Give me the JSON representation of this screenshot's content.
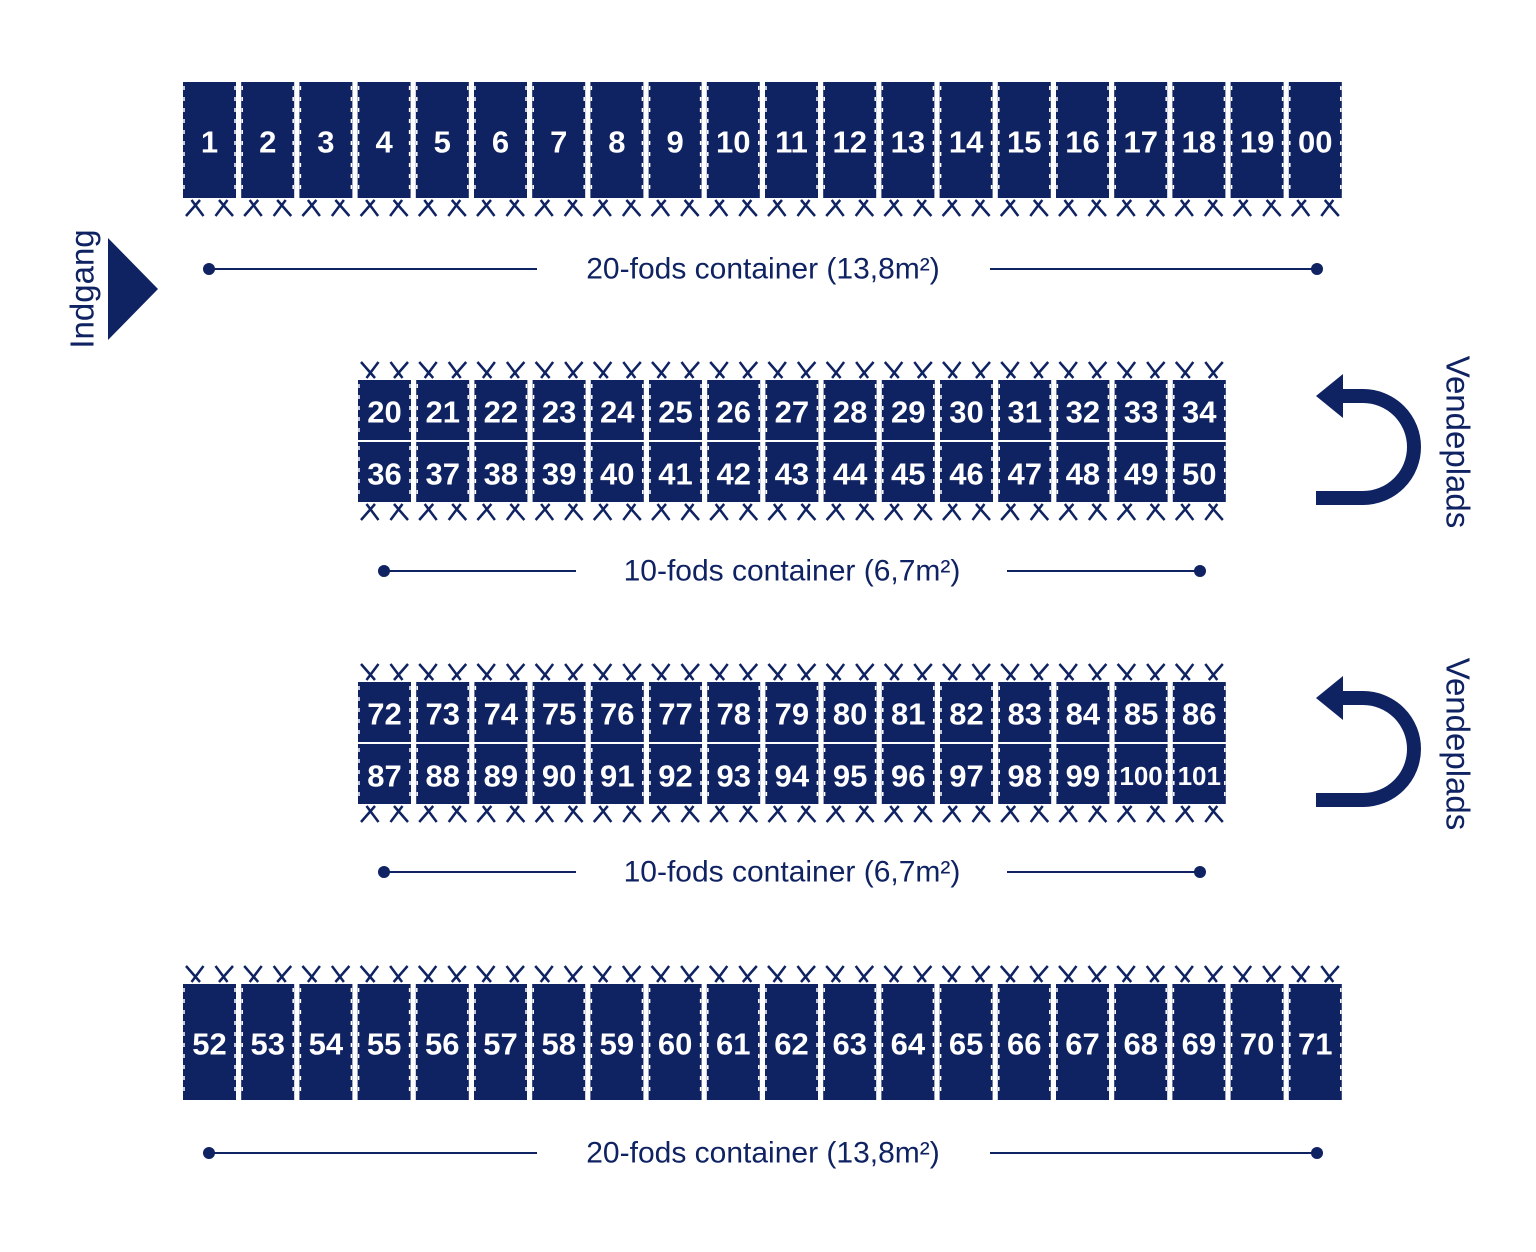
{
  "colors": {
    "navy": "#0f2262",
    "background": "#ffffff",
    "unit_text": "#ffffff"
  },
  "entrance": {
    "label": "Indgang",
    "icon": "triangle-arrow-right-icon"
  },
  "turnarounds": [
    {
      "label": "Vendeplads",
      "icon": "u-turn-arrow-icon"
    },
    {
      "label": "Vendeplads",
      "icon": "u-turn-arrow-icon"
    }
  ],
  "sections": [
    {
      "id": "row-a",
      "container_type": "20-fods container (13,8m²)",
      "rows": [
        [
          "1",
          "2",
          "3",
          "4",
          "5",
          "6",
          "7",
          "8",
          "9",
          "10",
          "11",
          "12",
          "13",
          "14",
          "15",
          "16",
          "17",
          "18",
          "19",
          "00"
        ]
      ]
    },
    {
      "id": "block-b",
      "container_type": "10-fods container (6,7m²)",
      "rows": [
        [
          "20",
          "21",
          "22",
          "23",
          "24",
          "25",
          "26",
          "27",
          "28",
          "29",
          "30",
          "31",
          "32",
          "33",
          "34"
        ],
        [
          "36",
          "37",
          "38",
          "39",
          "40",
          "41",
          "42",
          "43",
          "44",
          "45",
          "46",
          "47",
          "48",
          "49",
          "50"
        ]
      ]
    },
    {
      "id": "block-c",
      "container_type": "10-fods container (6,7m²)",
      "rows": [
        [
          "72",
          "73",
          "74",
          "75",
          "76",
          "77",
          "78",
          "79",
          "80",
          "81",
          "82",
          "83",
          "84",
          "85",
          "86"
        ],
        [
          "87",
          "88",
          "89",
          "90",
          "91",
          "92",
          "93",
          "94",
          "95",
          "96",
          "97",
          "98",
          "99",
          "100",
          "101"
        ]
      ]
    },
    {
      "id": "row-d",
      "container_type": "20-fods container (13,8m²)",
      "rows": [
        [
          "52",
          "53",
          "54",
          "55",
          "56",
          "57",
          "58",
          "59",
          "60",
          "61",
          "62",
          "63",
          "64",
          "65",
          "66",
          "67",
          "68",
          "69",
          "70",
          "71"
        ]
      ]
    }
  ]
}
